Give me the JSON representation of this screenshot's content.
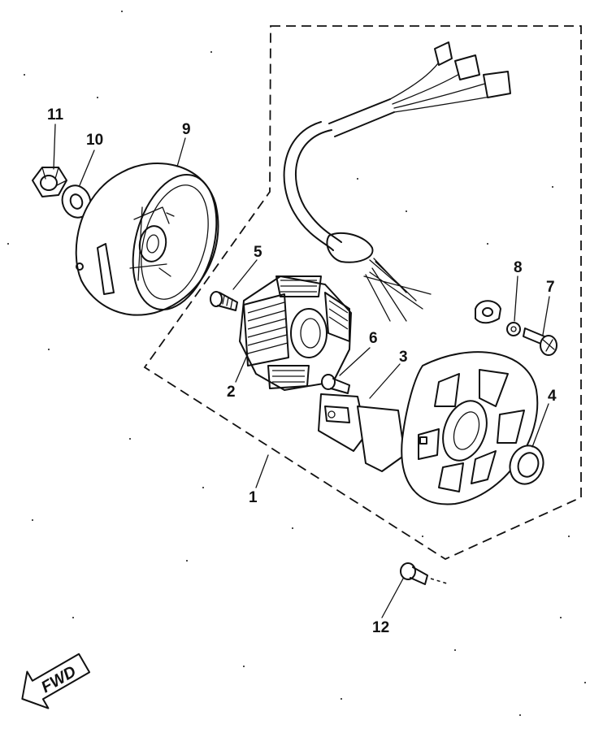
{
  "diagram": {
    "callouts": [
      {
        "id": "c1",
        "text": "1"
      },
      {
        "id": "c2",
        "text": "2"
      },
      {
        "id": "c3",
        "text": "3"
      },
      {
        "id": "c4",
        "text": "4"
      },
      {
        "id": "c5",
        "text": "5"
      },
      {
        "id": "c6",
        "text": "6"
      },
      {
        "id": "c7",
        "text": "7"
      },
      {
        "id": "c8",
        "text": "8"
      },
      {
        "id": "c9",
        "text": "9"
      },
      {
        "id": "c10",
        "text": "10"
      },
      {
        "id": "c11",
        "text": "11"
      },
      {
        "id": "c12",
        "text": "12"
      }
    ],
    "direction_arrow": {
      "label": "FWD",
      "icon": "forward-arrow-icon"
    }
  }
}
